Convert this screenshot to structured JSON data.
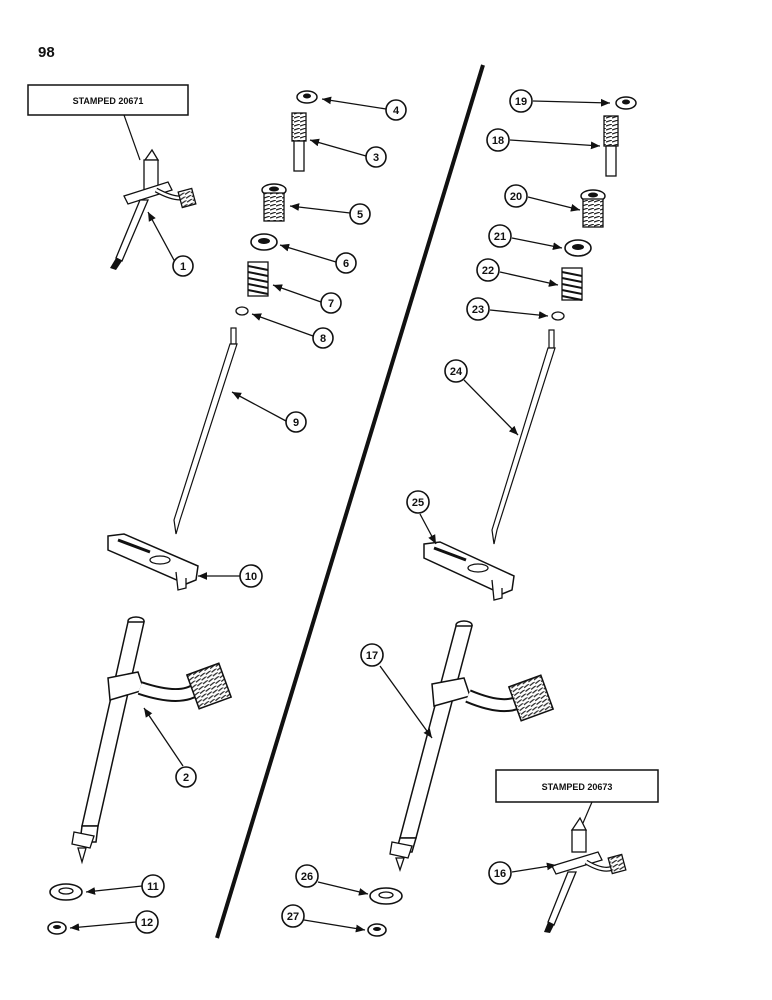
{
  "page_number": "98",
  "stamps": {
    "left": "STAMPED 20671",
    "right": "STAMPED 20673"
  },
  "callouts": {
    "c1": "1",
    "c2": "2",
    "c3": "3",
    "c4": "4",
    "c5": "5",
    "c6": "6",
    "c7": "7",
    "c8": "8",
    "c9": "9",
    "c10": "10",
    "c11": "11",
    "c12": "12",
    "c16": "16",
    "c17": "17",
    "c18": "18",
    "c19": "19",
    "c20": "20",
    "c21": "21",
    "c22": "22",
    "c23": "23",
    "c24": "24",
    "c25": "25",
    "c26": "26",
    "c27": "27"
  }
}
